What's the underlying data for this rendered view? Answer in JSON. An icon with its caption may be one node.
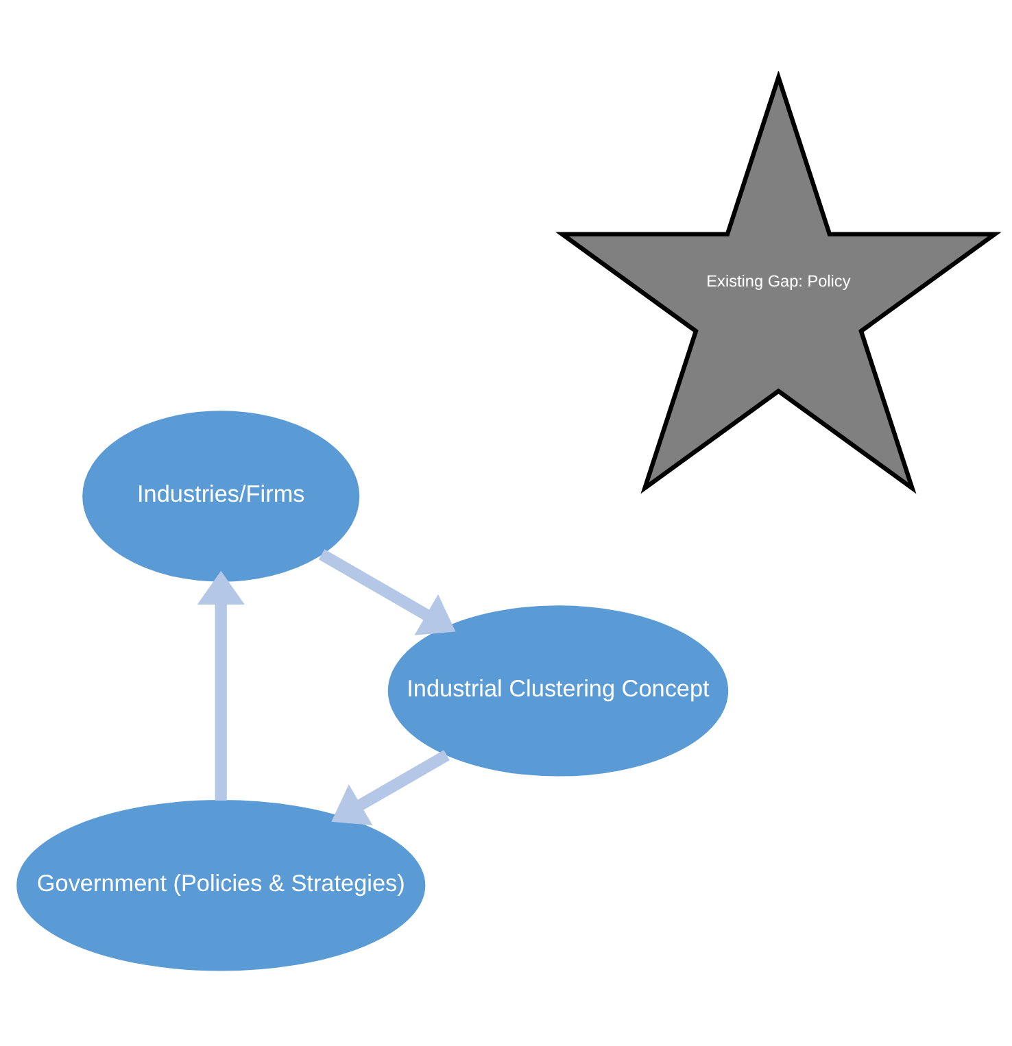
{
  "diagram": {
    "nodes": [
      {
        "text": [
          "Government (Policies & Strategies)"
        ]
      },
      {
        "text": [
          "Industries/Firms"
        ]
      },
      {
        "text": [
          "Industrial Clustering Concept"
        ]
      },
      {
        "text": [
          "Existing Gap: Policy"
        ]
      }
    ],
    "edges": [
      {
        "from": 0,
        "to": 1,
        "arrow": "to"
      },
      {
        "from": 1,
        "to": 2,
        "arrow": "to"
      },
      {
        "from": 2,
        "to": 0,
        "arrow": "to"
      }
    ]
  }
}
